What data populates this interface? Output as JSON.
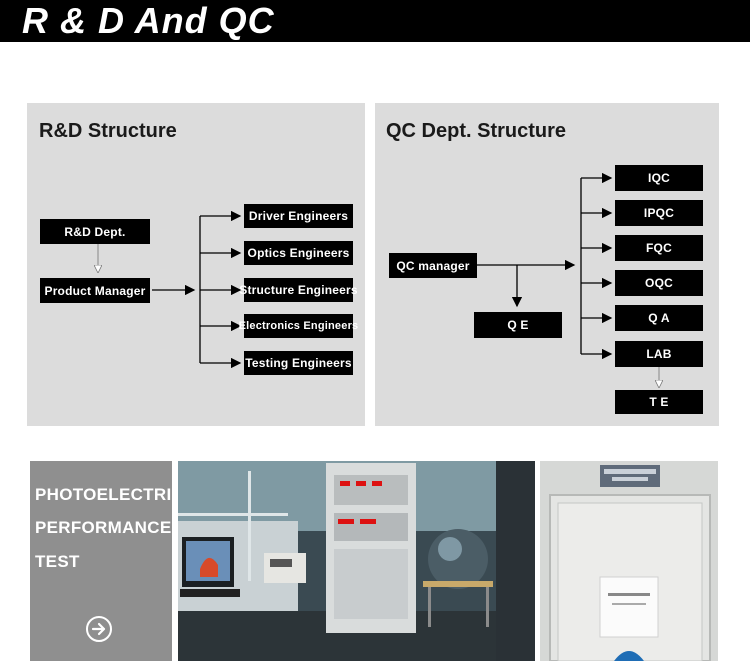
{
  "header": {
    "title": "R & D And QC"
  },
  "rd": {
    "title": "R&D Structure",
    "dept": "R&D Dept.",
    "manager": "Product Manager",
    "engineers": [
      "Driver Engineers",
      "Optics Engineers",
      "Structure Engineers",
      "Electronics Engineers",
      "Testing Engineers"
    ]
  },
  "qc": {
    "title": "QC Dept. Structure",
    "manager": "QC manager",
    "qe": "Q E",
    "items": [
      "IQC",
      "IPQC",
      "FQC",
      "OQC",
      "Q A",
      "LAB"
    ],
    "te": "T E"
  },
  "gallery": {
    "caption": [
      "PHOTOELECTRIC",
      "PERFORMANCE",
      "TEST"
    ],
    "colors": {
      "caption_bg": "#8f8f8f",
      "panel_bg": "#dcdcdc"
    }
  }
}
